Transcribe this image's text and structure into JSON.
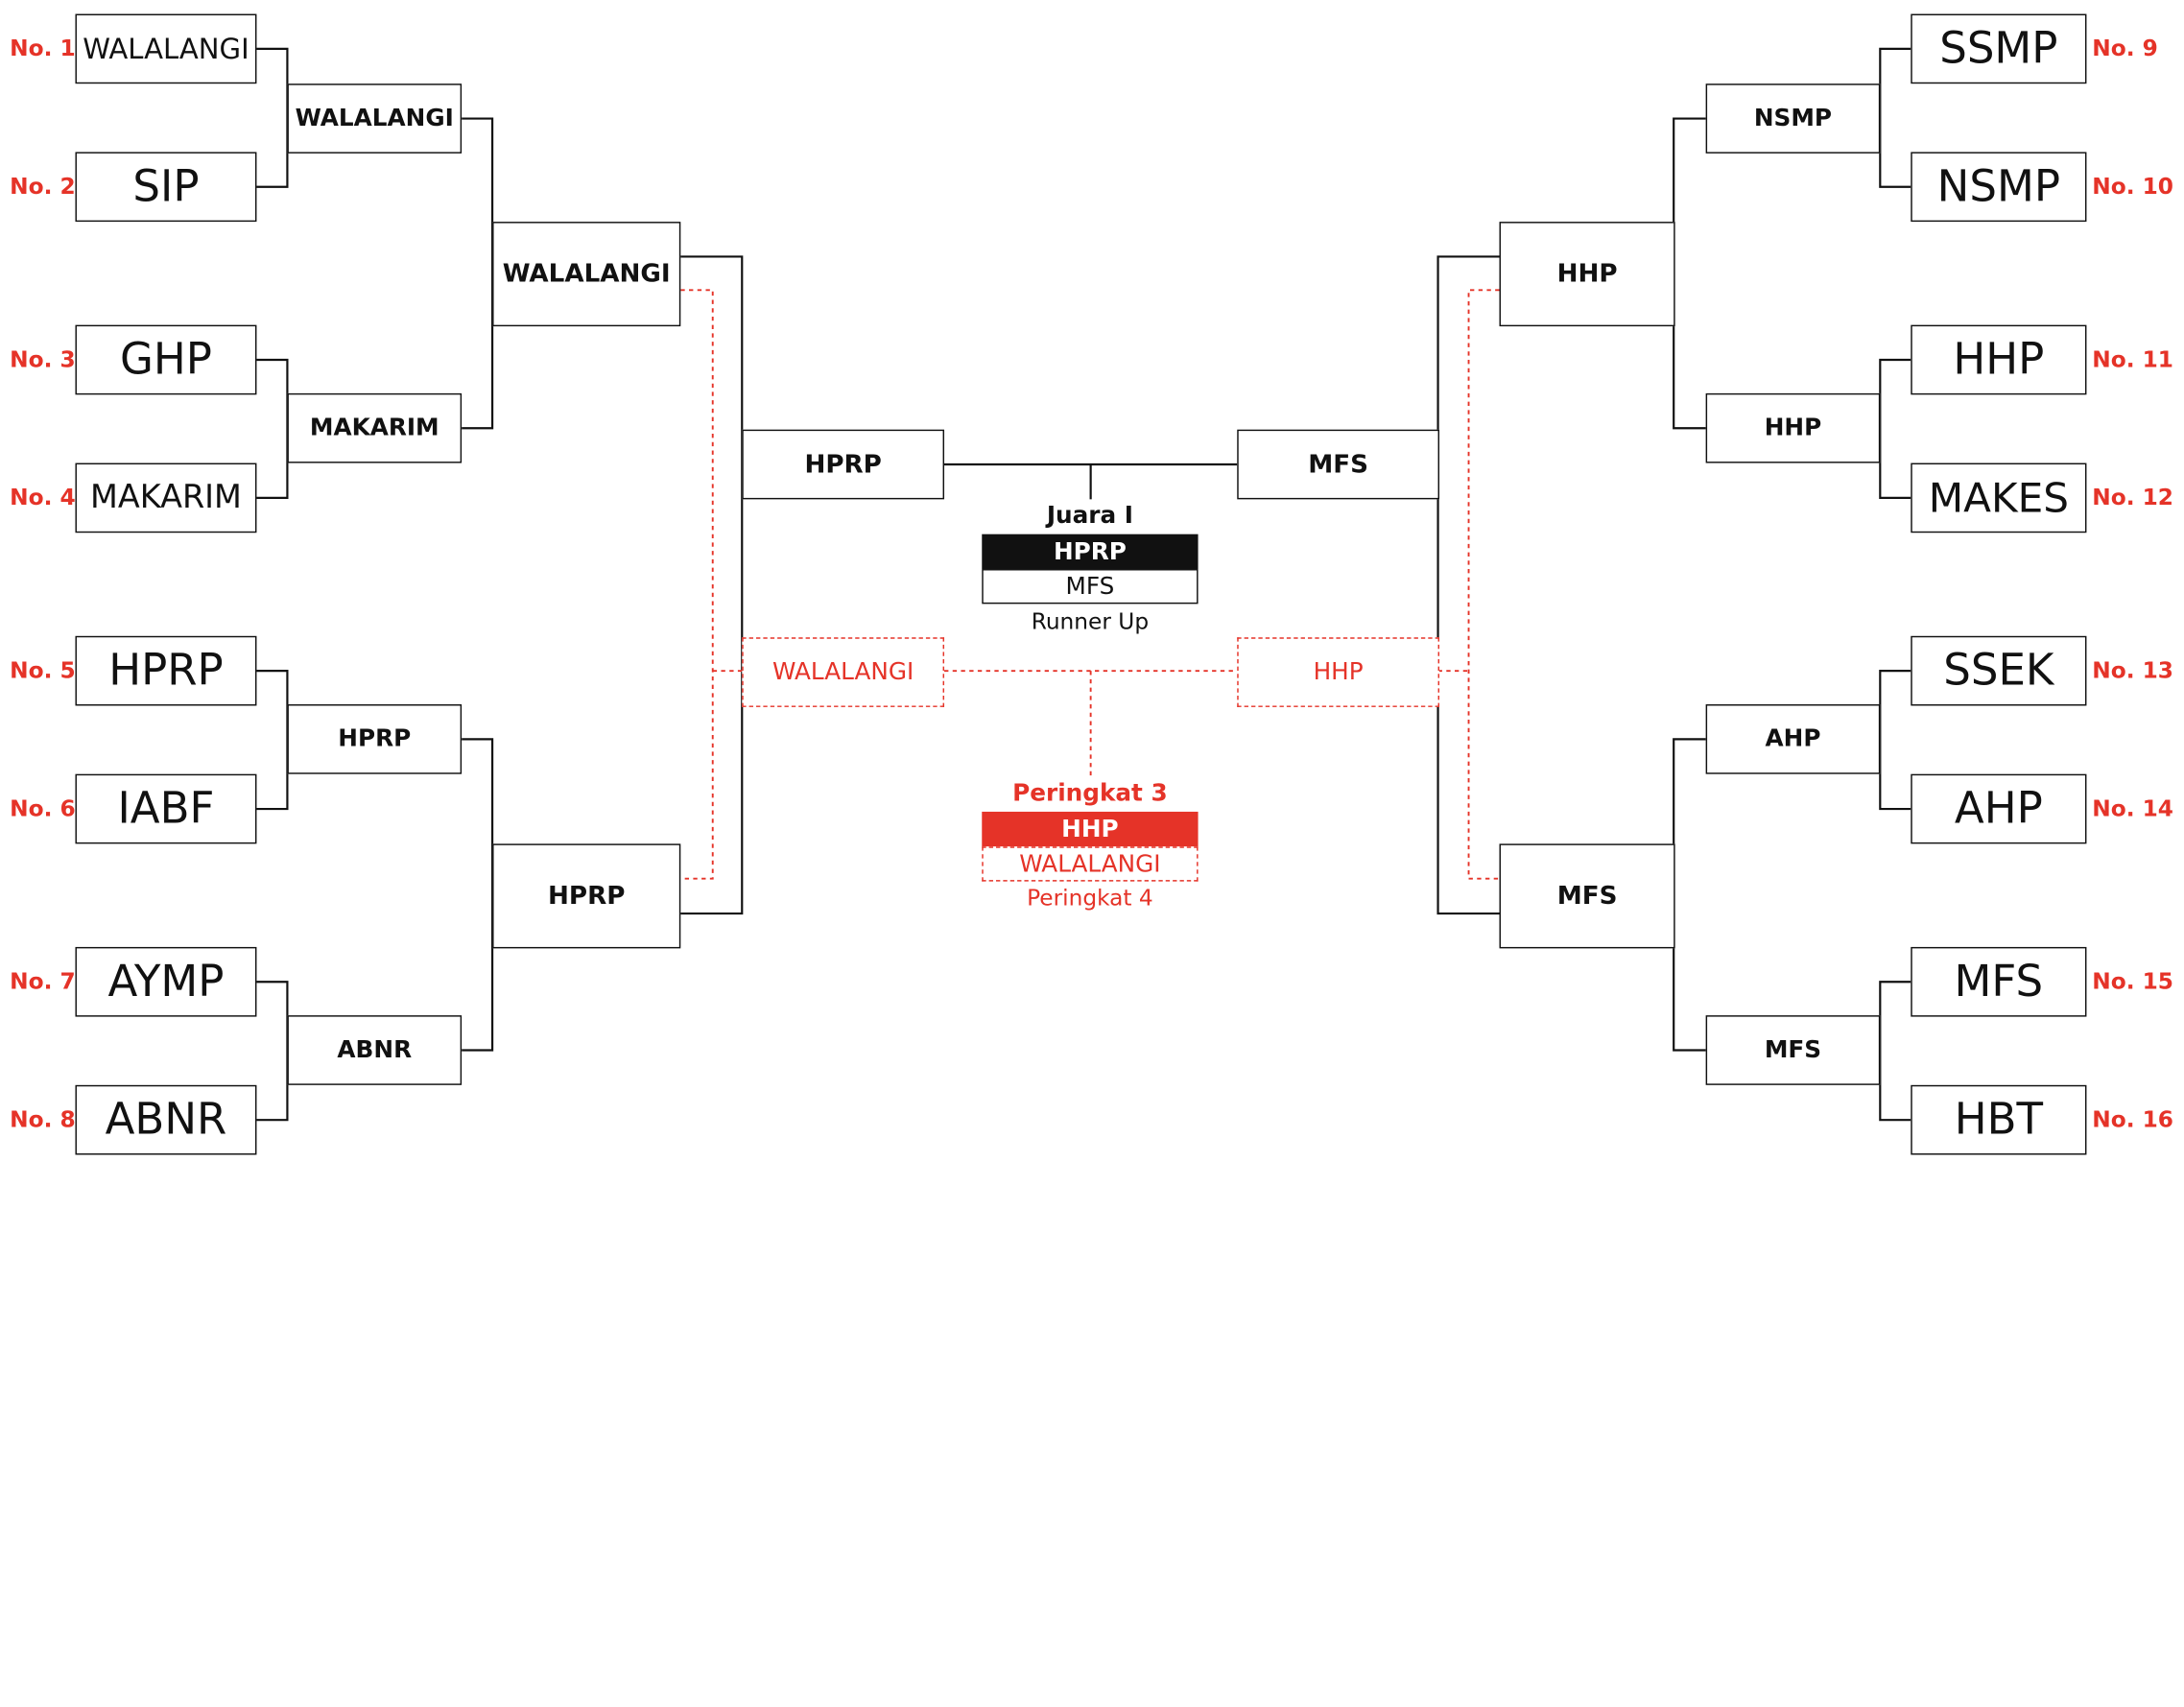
{
  "left": {
    "seeds": [
      "No. 1",
      "No. 2",
      "No. 3",
      "No. 4",
      "No. 5",
      "No. 6",
      "No. 7",
      "No. 8"
    ],
    "teams": [
      "WALALANGI",
      "SIP",
      "GHP",
      "MAKARIM",
      "HPRP",
      "IABF",
      "AYMP",
      "ABNR"
    ],
    "round2": [
      "WALALANGI",
      "MAKARIM",
      "HPRP",
      "ABNR"
    ],
    "round3": [
      "WALALANGI",
      "HPRP"
    ],
    "finalist": "HPRP",
    "third_place_team": "WALALANGI"
  },
  "right": {
    "seeds": [
      "No. 9",
      "No. 10",
      "No. 11",
      "No. 12",
      "No. 13",
      "No. 14",
      "No. 15",
      "No. 16"
    ],
    "teams": [
      "SSMP",
      "NSMP",
      "HHP",
      "MAKES",
      "SSEK",
      "AHP",
      "MFS",
      "HBT"
    ],
    "round2": [
      "NSMP",
      "HHP",
      "AHP",
      "MFS"
    ],
    "round3": [
      "HHP",
      "MFS"
    ],
    "finalist": "MFS",
    "third_place_team": "HHP"
  },
  "results": {
    "champion_label": "Juara I",
    "champion": "HPRP",
    "runner_up": "MFS",
    "runner_up_label": "Runner Up",
    "third_label": "Peringkat 3",
    "third": "HHP",
    "fourth": "WALALANGI",
    "fourth_label": "Peringkat 4"
  },
  "colors": {
    "line": "#111111",
    "accent": "#e53328"
  }
}
